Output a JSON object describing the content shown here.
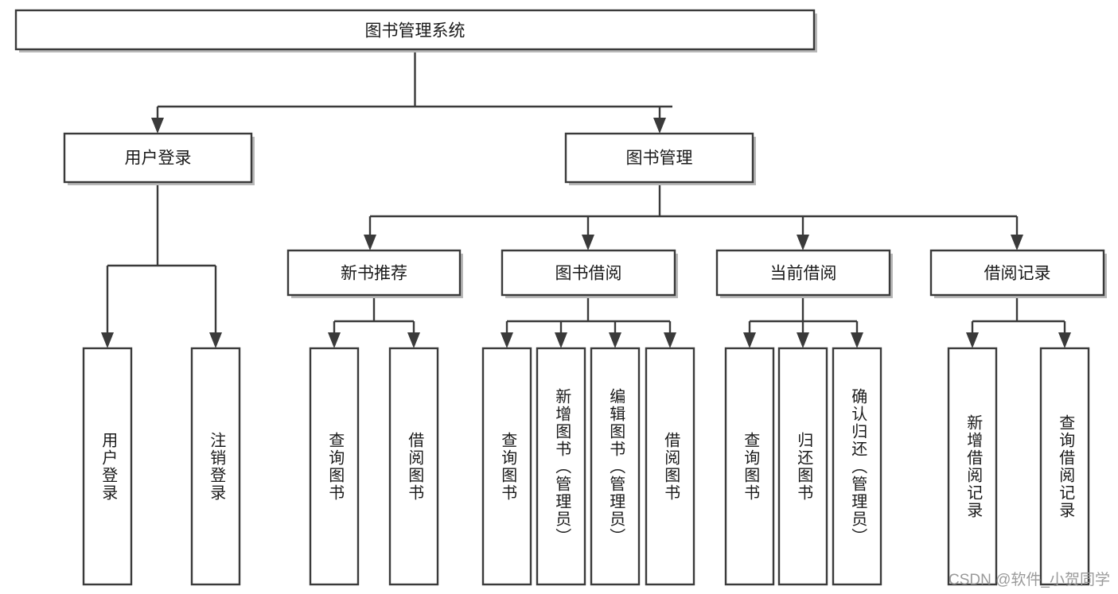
{
  "diagram": {
    "title": "图书管理系统",
    "type": "tree-hierarchy-chart",
    "root": {
      "label": "图书管理系统"
    },
    "level2": [
      {
        "label": "用户登录"
      },
      {
        "label": "图书管理"
      }
    ],
    "level3": [
      {
        "label": "新书推荐"
      },
      {
        "label": "图书借阅"
      },
      {
        "label": "当前借阅"
      },
      {
        "label": "借阅记录"
      }
    ],
    "leaves": {
      "user_login": [
        {
          "label": "用户登录"
        },
        {
          "label": "注销登录"
        }
      ],
      "new_book_recommend": [
        {
          "label": "查询图书"
        },
        {
          "label": "借阅图书"
        }
      ],
      "book_borrow": [
        {
          "label": "查询图书"
        },
        {
          "label": "新增图书（管理员）"
        },
        {
          "label": "编辑图书（管理员）"
        },
        {
          "label": "借阅图书"
        }
      ],
      "current_borrow": [
        {
          "label": "查询图书"
        },
        {
          "label": "归还图书"
        },
        {
          "label": "确认归还（管理员）"
        }
      ],
      "borrow_record": [
        {
          "label": "新增借阅记录"
        },
        {
          "label": "查询借阅记录"
        }
      ]
    }
  },
  "watermark": {
    "text": "CSDN @软件_小贺同学"
  },
  "colors": {
    "stroke": "#3a3a3a",
    "fill": "#ffffff",
    "text": "#1a1a1a",
    "watermark": "#9a9a9a"
  }
}
